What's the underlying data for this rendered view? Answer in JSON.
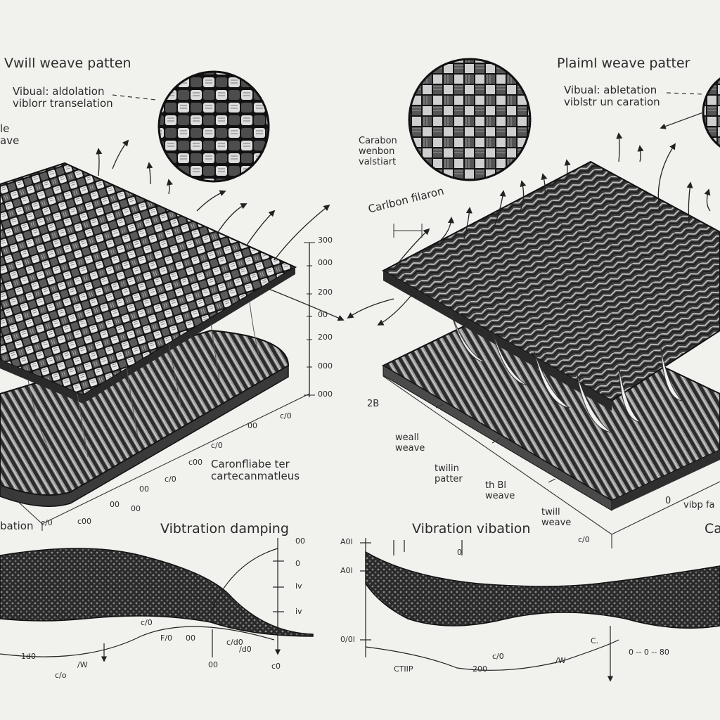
{
  "left_panel": {
    "title": "Vwill weave patten",
    "note_line1": "Vibual: aldolation",
    "note_line2": "viblorr transelation",
    "edge_line1": "le",
    "edge_line2": "ave",
    "bottom_label_line1": "Caronfliabe ter",
    "bottom_label_line2": "cartecanmatleus",
    "section_label": "Vibtration damping",
    "scale_ticks": [
      "300",
      "000",
      "200",
      "00",
      "200",
      "000",
      "000"
    ],
    "axis_ticks": [
      "c/0",
      "00",
      "c/0",
      "c00",
      "c/0",
      "00",
      "00",
      "00",
      "c00",
      "c/0",
      "bation"
    ],
    "wave_ticks": [
      "00",
      "0",
      "iv",
      "iv"
    ],
    "wave_axis": [
      "c/0",
      "F/0",
      "00",
      "c/d0",
      "/d0",
      "1d0",
      "c/o",
      "/W",
      "00",
      "c0"
    ]
  },
  "right_panel": {
    "title": "Plaiml weave patter",
    "note_line1": "Vibual: abletation",
    "note_line2": "viblstr un caration",
    "carbon_line1": "Carabon",
    "carbon_line2": "wenbon",
    "carbon_line3": "valstiart",
    "filament_label": "Carlbon filaron",
    "weave1_line1": "weall",
    "weave1_line2": "weave",
    "twill_line1": "twilin",
    "twill_line2": "patter",
    "twill2_line1": "th Bl",
    "twill2_line2": "weave",
    "twill3_line1": "twill",
    "twill3_line2": "weave",
    "section_label": "Vibration vibation",
    "edge_right": "Ca",
    "edge_right2": "vibp fa",
    "axis_ticks": [
      "2B",
      "0",
      "c/0"
    ],
    "wave_ticks": [
      "A0l",
      "A0l",
      "0/0l",
      "0"
    ],
    "wave_axis": [
      "CTIIP",
      "c/0",
      "200",
      "C.",
      "0 -- 0 -- 80",
      "/W"
    ]
  },
  "colors": {
    "background": "#f1f1ee",
    "weave_dark": "#2b2b2b",
    "weave_light": "#d9d9d9",
    "ink": "#1e1e1e"
  }
}
